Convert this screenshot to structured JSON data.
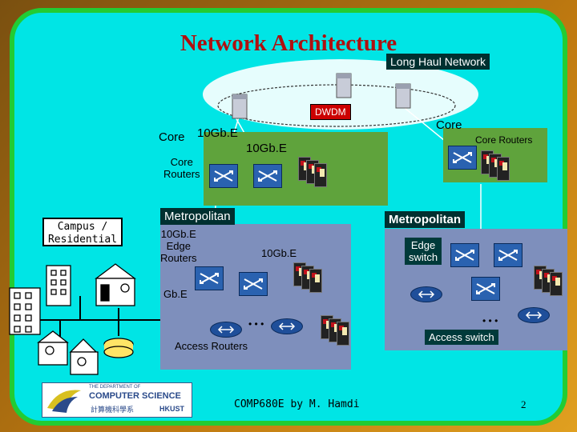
{
  "title": "Network Architecture",
  "labels": {
    "long_haul": "Long Haul Network",
    "dwdm": "DWDM",
    "core_left": "Core",
    "core_10gbe_left": "10Gb.E",
    "core_10gbe_mid": "10Gb.E",
    "core_right": "Core",
    "core_routers_left": "Core\nRouters",
    "core_routers_right": "Core Routers",
    "campus": "Campus /\nResidential",
    "metro_left": "Metropolitan",
    "metro_right": "Metropolitan",
    "edge_routers": "10Gb.E\nEdge\nRouters",
    "metro_10gbe": "10Gb.E",
    "gbe": "Gb.E",
    "access_routers": "Access Routers",
    "edge_switch": "Edge\nswitch",
    "access_switch": "Access switch",
    "dots": "• • •"
  },
  "footer": {
    "course": "COMP680E by M. Hamdi",
    "page": "2"
  },
  "logo": {
    "line1": "THE DEPARTMENT OF",
    "line2": "COMPUTER SCIENCE",
    "line3": "計算機科學系",
    "line4": "HKUST"
  },
  "colors": {
    "background_panel": "#00e5e5",
    "border": "#22cc33",
    "title": "#b01010",
    "core": "#5fa33c",
    "metro": "#7e8fbc"
  }
}
